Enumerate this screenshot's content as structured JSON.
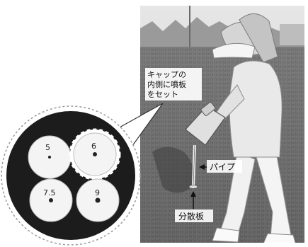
{
  "callouts": {
    "set_instruction": [
      "キャップの",
      "内側に噴板",
      "をセット"
    ],
    "pipe_label": "パイプ",
    "diffuser_label": "分散板"
  },
  "cap_plates": {
    "numbers": [
      "5",
      "6",
      "7.5",
      "9"
    ],
    "selected_number": "6"
  }
}
